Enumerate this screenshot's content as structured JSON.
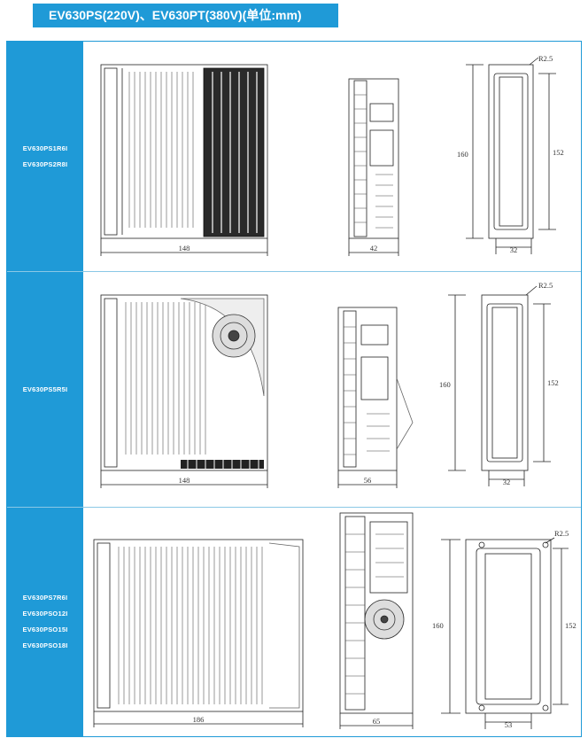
{
  "title": "EV630PS(220V)、EV630PT(380V)(单位:mm)",
  "rows": [
    {
      "models": [
        "EV630PS1R6I",
        "EV630PS2R8I"
      ],
      "dims": {
        "front_width": "148",
        "side_width": "42",
        "back_height": "160",
        "back_inner_height": "152",
        "back_width": "32",
        "radius": "R2.5"
      }
    },
    {
      "models": [
        "EV630PS5R5I"
      ],
      "dims": {
        "front_width": "148",
        "side_width": "56",
        "back_height": "160",
        "back_inner_height": "152",
        "back_width": "32",
        "radius": "R2.5"
      }
    },
    {
      "models": [
        "EV630PS7R6I",
        "EV630PSO12I",
        "EV630PSO15I",
        "EV630PSO18I"
      ],
      "dims": {
        "front_width": "186",
        "side_width": "65",
        "back_height": "160",
        "back_inner_height": "152",
        "back_width": "53",
        "radius": "R2.5"
      }
    }
  ]
}
